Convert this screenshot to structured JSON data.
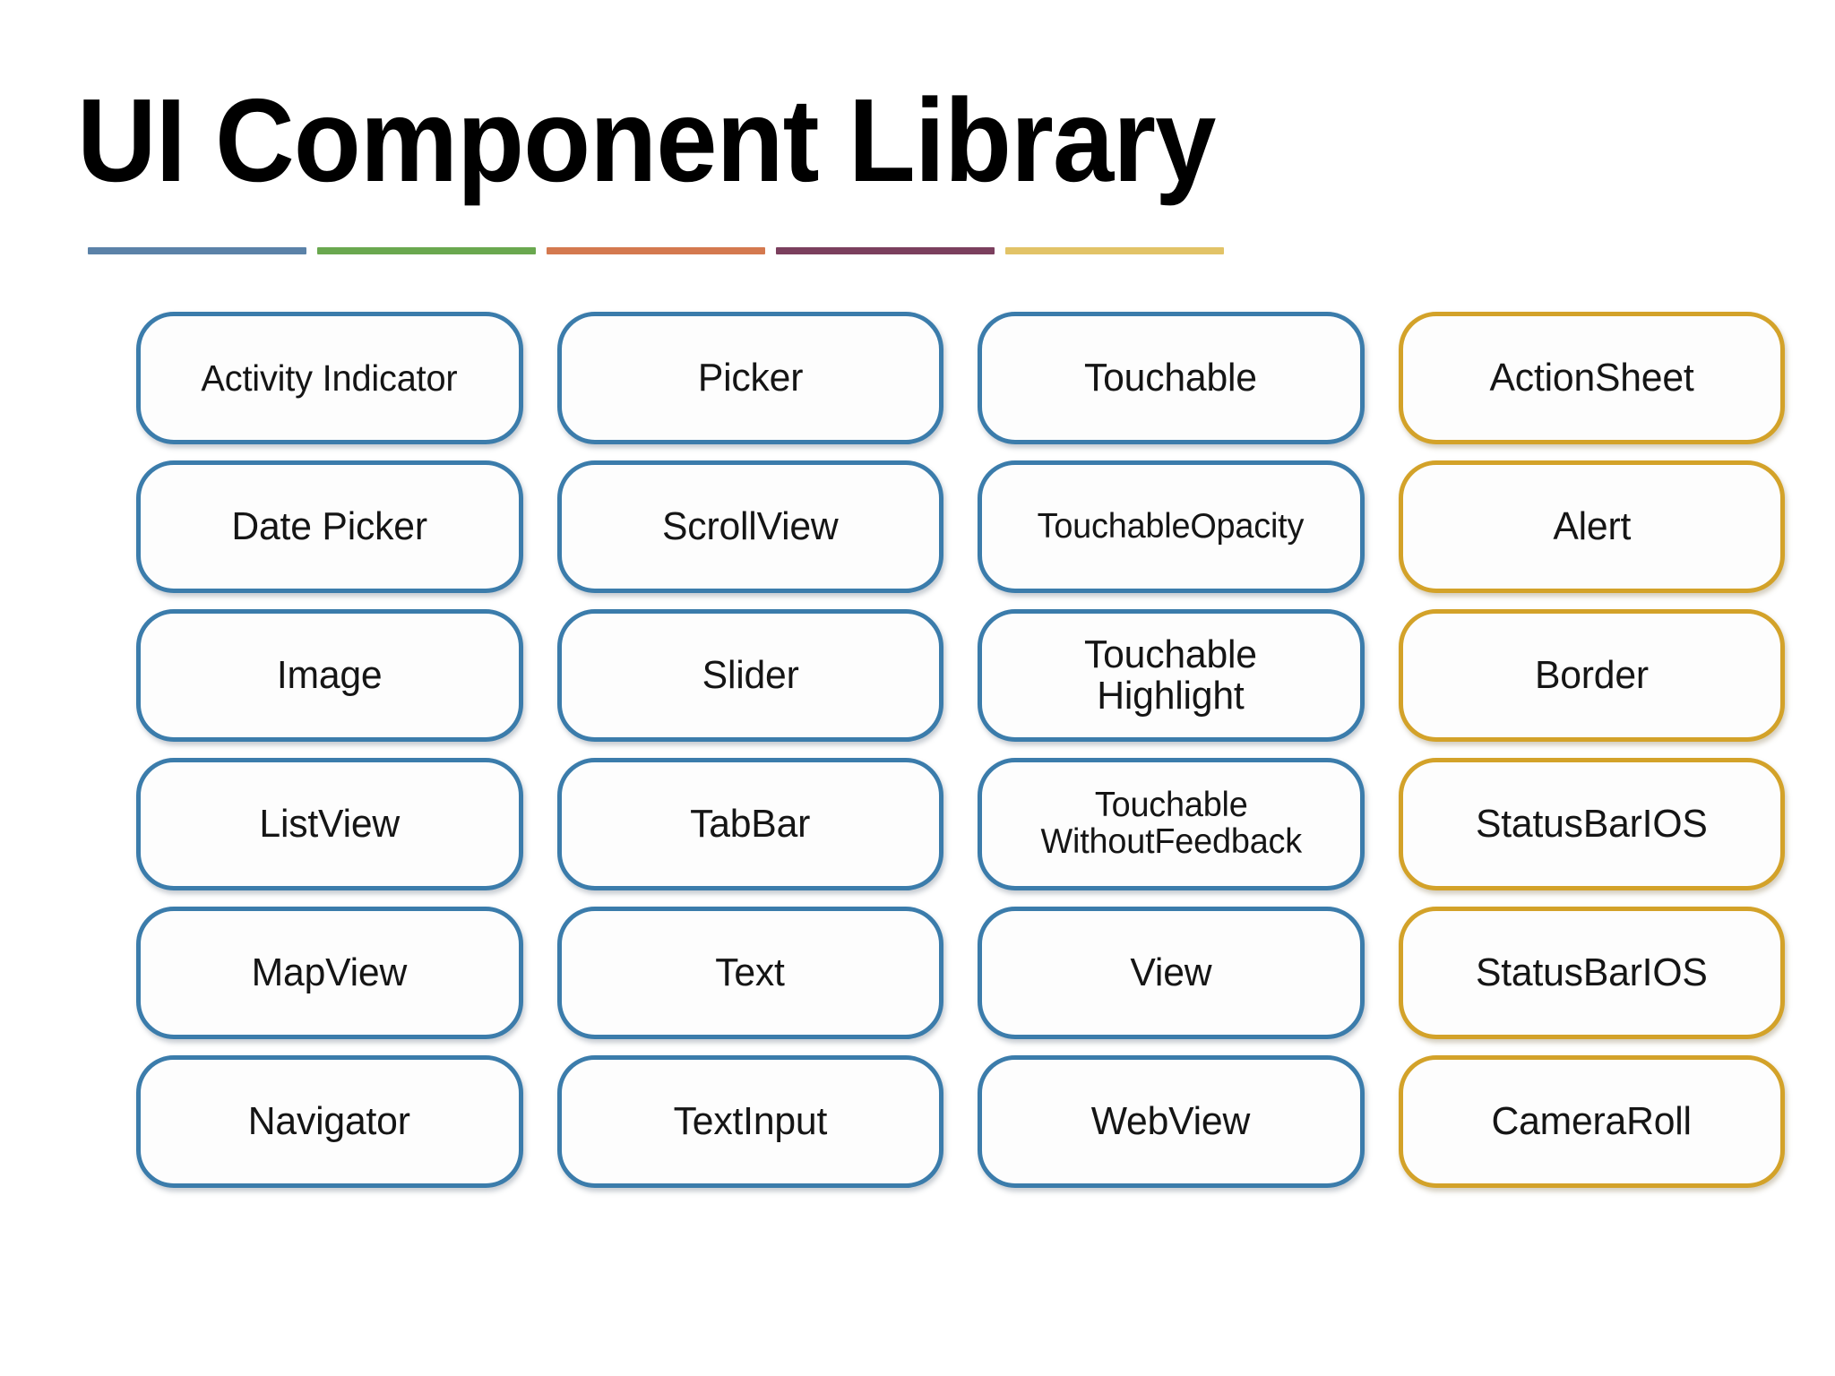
{
  "header": {
    "title": "UI Component Library"
  },
  "divider": {
    "bars": [
      {
        "name": "divider-bar-blue",
        "color": "#5b82a8"
      },
      {
        "name": "divider-bar-green",
        "color": "#6aa84f"
      },
      {
        "name": "divider-bar-orange",
        "color": "#d4794f"
      },
      {
        "name": "divider-bar-purple",
        "color": "#7b3f5e"
      },
      {
        "name": "divider-bar-gold",
        "color": "#e2c367"
      }
    ]
  },
  "theme": {
    "core_border_color": "#3b7cab",
    "api_border_color": "#d3a229",
    "pill_fill": "#fdfdfd",
    "text_color": "#151515",
    "background": "#ffffff"
  },
  "grid": {
    "columns": 4,
    "rows": 6,
    "cells": [
      {
        "label": "Activity Indicator",
        "style": "core",
        "size": "small"
      },
      {
        "label": "Picker",
        "style": "core",
        "size": "normal"
      },
      {
        "label": "Touchable",
        "style": "core",
        "size": "normal"
      },
      {
        "label": "ActionSheet",
        "style": "api",
        "size": "normal"
      },
      {
        "label": "Date Picker",
        "style": "core",
        "size": "normal"
      },
      {
        "label": "ScrollView",
        "style": "core",
        "size": "normal"
      },
      {
        "label": "TouchableOpacity",
        "style": "core",
        "size": "xsmall"
      },
      {
        "label": "Alert",
        "style": "api",
        "size": "normal"
      },
      {
        "label": "Image",
        "style": "core",
        "size": "normal"
      },
      {
        "label": "Slider",
        "style": "core",
        "size": "normal"
      },
      {
        "label": "Touchable\nHighlight",
        "style": "core",
        "size": "normal"
      },
      {
        "label": "Border",
        "style": "api",
        "size": "normal"
      },
      {
        "label": "ListView",
        "style": "core",
        "size": "normal"
      },
      {
        "label": "TabBar",
        "style": "core",
        "size": "normal"
      },
      {
        "label": "Touchable\nWithoutFeedback",
        "style": "core",
        "size": "xsmall"
      },
      {
        "label": "StatusBarIOS",
        "style": "api",
        "size": "normal"
      },
      {
        "label": "MapView",
        "style": "core",
        "size": "normal"
      },
      {
        "label": "Text",
        "style": "core",
        "size": "normal"
      },
      {
        "label": "View",
        "style": "core",
        "size": "normal"
      },
      {
        "label": "StatusBarIOS",
        "style": "api",
        "size": "normal"
      },
      {
        "label": "Navigator",
        "style": "core",
        "size": "normal"
      },
      {
        "label": "TextInput",
        "style": "core",
        "size": "normal"
      },
      {
        "label": "WebView",
        "style": "core",
        "size": "normal"
      },
      {
        "label": "CameraRoll",
        "style": "api",
        "size": "normal"
      }
    ]
  }
}
